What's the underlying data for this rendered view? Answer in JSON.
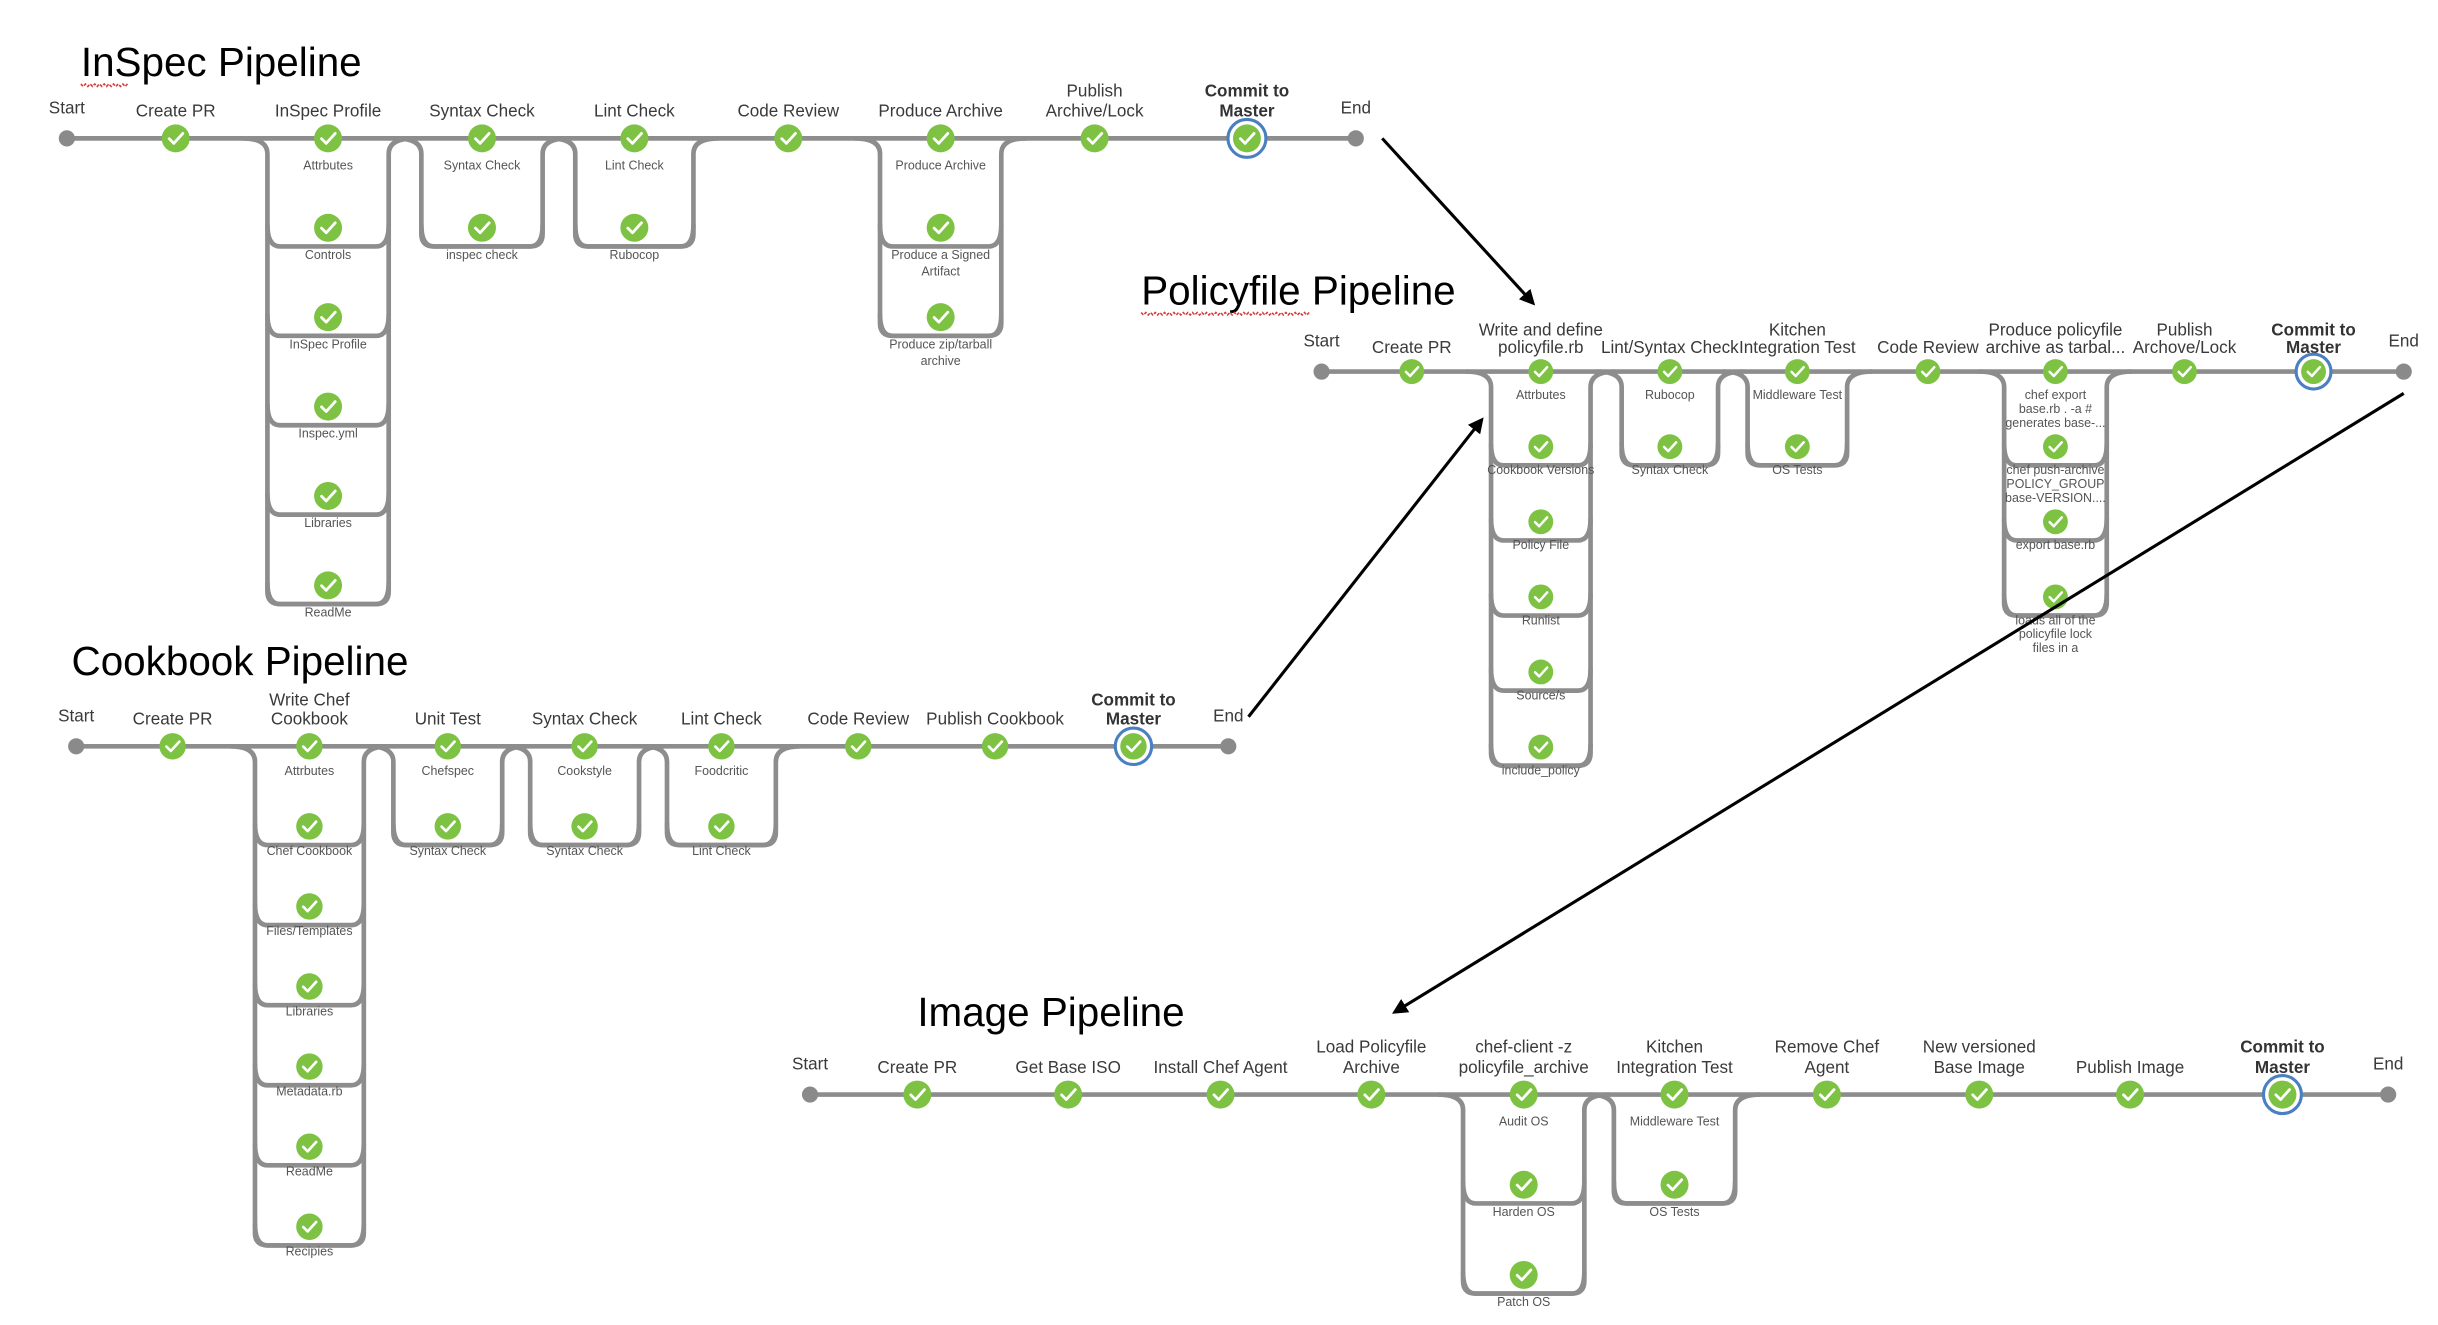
{
  "pipelines": [
    {
      "id": "inspec",
      "title": "InSpec Pipeline",
      "start_label": "Start",
      "end_label": "End",
      "stages": [
        {
          "label": "Create PR",
          "substeps": []
        },
        {
          "label": "InSpec Profile",
          "substeps": [
            "Attrbutes",
            "Controls",
            "InSpec Profile",
            "Inspec.yml",
            "Libraries",
            "ReadMe"
          ]
        },
        {
          "label": "Syntax Check",
          "substeps": [
            "Syntax Check",
            "inspec check"
          ]
        },
        {
          "label": "Lint Check",
          "substeps": [
            "Lint Check",
            "Rubocop"
          ]
        },
        {
          "label": "Code Review",
          "substeps": []
        },
        {
          "label": "Produce Archive",
          "substeps": [
            "Produce Archive",
            "Produce a Signed Artifact",
            "Produce zip/tarball archive"
          ]
        },
        {
          "label": "Publish Archive/Lock",
          "substeps": []
        },
        {
          "label": "Commit to Master",
          "substeps": [],
          "highlight": true
        }
      ]
    },
    {
      "id": "policyfile",
      "title": "Policyfile Pipeline",
      "start_label": "Start",
      "end_label": "End",
      "stages": [
        {
          "label": "Create PR",
          "substeps": []
        },
        {
          "label": "Write and define policyfile.rb",
          "substeps": [
            "Attrbutes",
            "Cookbook Versions",
            "Policy File",
            "Runlist",
            "Source/s",
            "include_policy"
          ]
        },
        {
          "label": "Lint/Syntax Check",
          "substeps": [
            "Rubocop",
            "Syntax Check"
          ]
        },
        {
          "label": "Kitchen Integration Test",
          "substeps": [
            "Middleware Test",
            "OS Tests"
          ]
        },
        {
          "label": "Code Review",
          "substeps": []
        },
        {
          "label": "Produce policyfile archive as tarbal...",
          "substeps": [
            "chef export base.rb . -a # generates base-...",
            "chef push-archive POLICY_GROUP base-VERSION....",
            "export base.rb",
            "loads all of the policyfile lock files in a directo..."
          ]
        },
        {
          "label": "Publish Archove/Lock",
          "substeps": []
        },
        {
          "label": "Commit to Master",
          "substeps": [],
          "highlight": true
        }
      ]
    },
    {
      "id": "cookbook",
      "title": "Cookbook Pipeline",
      "start_label": "Start",
      "end_label": "End",
      "stages": [
        {
          "label": "Create PR",
          "substeps": []
        },
        {
          "label": "Write Chef Cookbook",
          "substeps": [
            "Attrbutes",
            "Chef Cookbook",
            "Files/Templates",
            "Libraries",
            "Metadata.rb",
            "ReadMe",
            "Recipies"
          ]
        },
        {
          "label": "Unit Test",
          "substeps": [
            "Chefspec",
            "Syntax Check"
          ]
        },
        {
          "label": "Syntax Check",
          "substeps": [
            "Cookstyle",
            "Syntax Check"
          ]
        },
        {
          "label": "Lint Check",
          "substeps": [
            "Foodcritic",
            "Lint Check"
          ]
        },
        {
          "label": "Code Review",
          "substeps": []
        },
        {
          "label": "Publish Cookbook",
          "substeps": []
        },
        {
          "label": "Commit to Master",
          "substeps": [],
          "highlight": true
        }
      ]
    },
    {
      "id": "image",
      "title": "Image Pipeline",
      "start_label": "Start",
      "end_label": "End",
      "stages": [
        {
          "label": "Create PR",
          "substeps": []
        },
        {
          "label": "Get Base ISO",
          "substeps": []
        },
        {
          "label": "Install Chef Agent",
          "substeps": []
        },
        {
          "label": "Load Policyfile Archive",
          "substeps": []
        },
        {
          "label": "chef-client -z policyfile_archive",
          "substeps": [
            "Audit OS",
            "Harden OS",
            "Patch OS"
          ]
        },
        {
          "label": "Kitchen Integration Test",
          "substeps": [
            "Middleware Test",
            "OS Tests"
          ]
        },
        {
          "label": "Remove Chef Agent",
          "substeps": []
        },
        {
          "label": "New versioned Base Image",
          "substeps": []
        },
        {
          "label": "Publish Image",
          "substeps": []
        },
        {
          "label": "Commit to Master",
          "substeps": [],
          "highlight": true
        }
      ]
    }
  ],
  "colors": {
    "success": "#7dc242",
    "connector": "#8d8d8d",
    "endpoint": "#8a8a8a",
    "highlight_ring": "#4a7fc1",
    "arrow": "#000000"
  }
}
